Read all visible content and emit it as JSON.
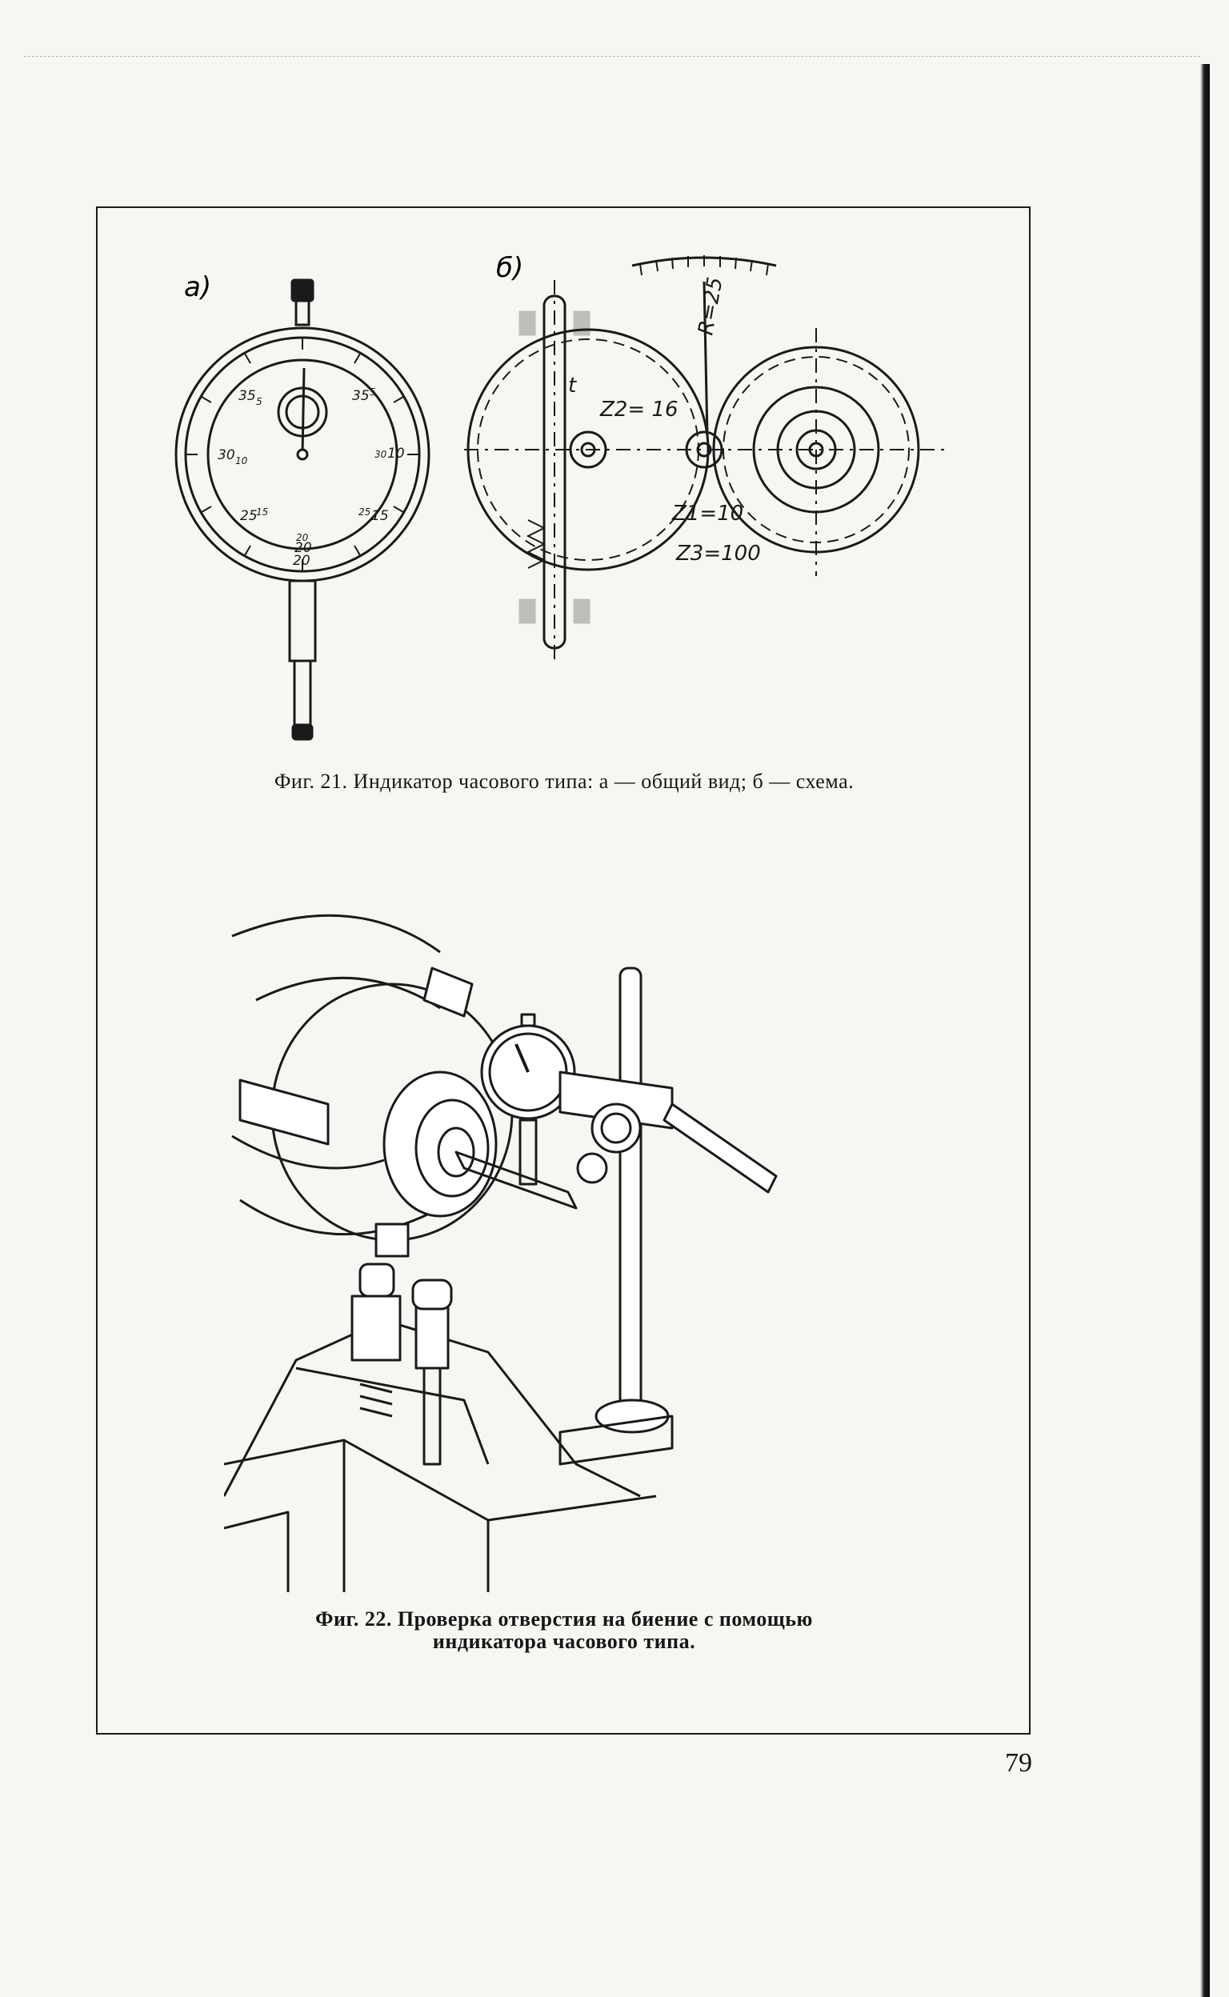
{
  "figure21": {
    "label_a": "a)",
    "label_b": "б)",
    "dial_labels": [
      "35",
      "5",
      "35",
      "5",
      "30",
      "10",
      "30",
      "10",
      "25",
      "15",
      "25",
      "15",
      "20",
      "20",
      "20"
    ],
    "schematic_labels": {
      "radius": "R=25",
      "z2": "Z2= 16",
      "z1": "Z1=10",
      "z3": "Z3=100",
      "t": "t"
    },
    "caption": "Фиг. 21. Индикатор часового типа: а — общий вид; б — схема."
  },
  "figure22": {
    "caption_line1": "Фиг. 22. Проверка отверстия на биение с помощью",
    "caption_line2": "индикатора часового типа."
  },
  "page_number": "79"
}
